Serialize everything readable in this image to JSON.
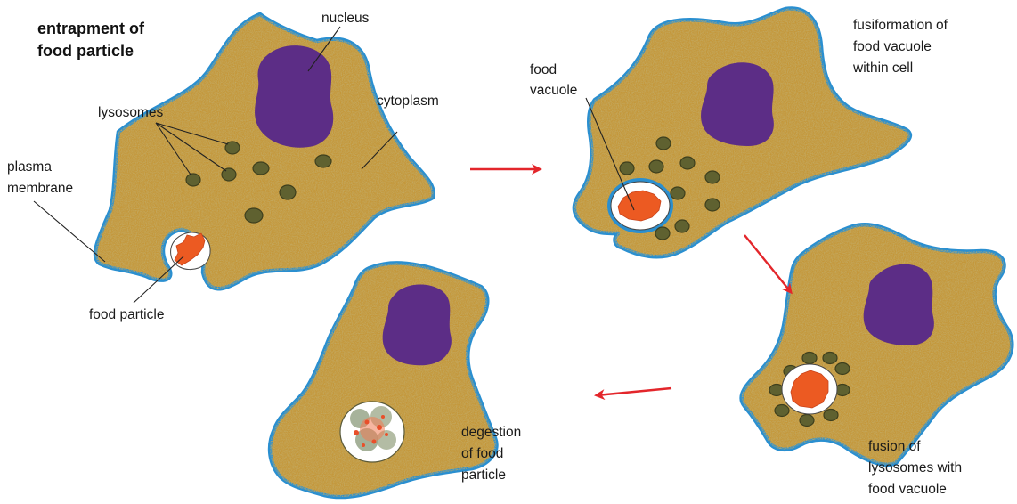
{
  "title": {
    "line1": "entrapment of",
    "line2": "food particle"
  },
  "labels": {
    "nucleus": "nucleus",
    "lysosomes": "lysosomes",
    "cytoplasm": "cytoplasm",
    "plasma_membrane_1": "plasma",
    "plasma_membrane_2": "membrane",
    "food_particle": "food particle",
    "food_vacuole_1": "food",
    "food_vacuole_2": "vacuole"
  },
  "steps": {
    "step2": [
      "fusiformation of",
      "food vacuole",
      "within cell"
    ],
    "step3": [
      "fusion of",
      "lysosomes with",
      "food vacuole"
    ],
    "step4": [
      "degestion",
      "of food",
      "particle"
    ]
  },
  "colors": {
    "cytoplasm": "#c4973a",
    "cytoplasm_speckle": "#a67b26",
    "membrane": "#2a8fd0",
    "nucleus": "#5c2d86",
    "lysosome": "#5f6130",
    "lysosome_edge": "#3e3f1d",
    "food": "#ec5a22",
    "vacuole": "#ffffff",
    "arrow": "#e3262b"
  }
}
